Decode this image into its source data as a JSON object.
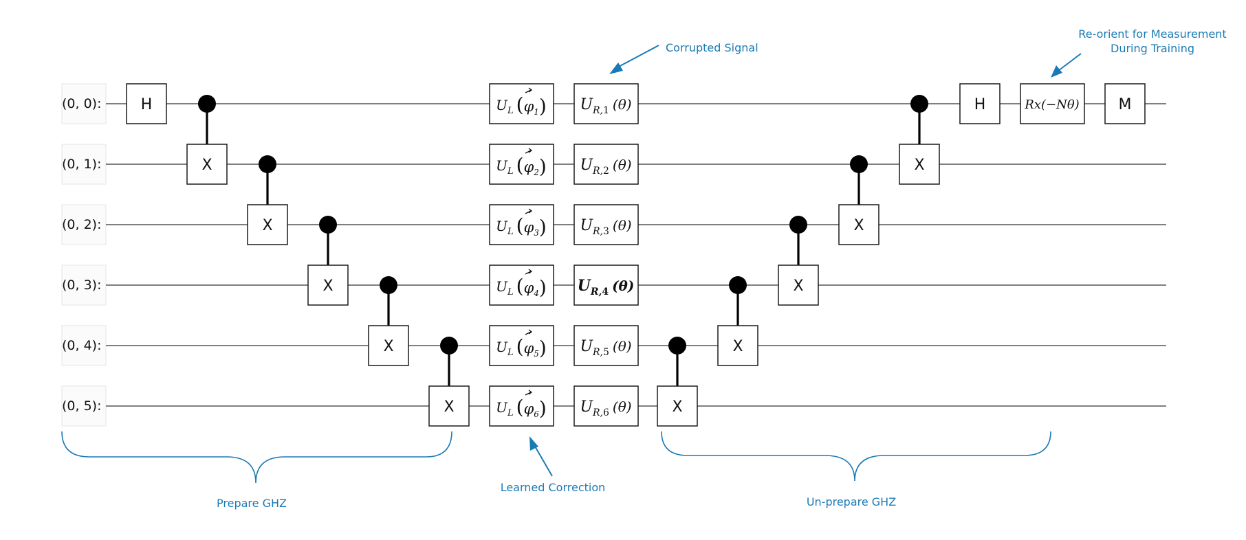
{
  "qubits": [
    "(0, 0):",
    "(0, 1):",
    "(0, 2):",
    "(0, 3):",
    "(0, 4):",
    "(0, 5):"
  ],
  "gates": {
    "h": "H",
    "x": "X",
    "measure": "M",
    "ul_base": "U",
    "ul_sub": "L",
    "phi_symbol": "φ",
    "ul_indices": [
      "1",
      "2",
      "3",
      "4",
      "5",
      "6"
    ],
    "ur_base": "U",
    "ur_sub_prefix": "R,",
    "ur_indices": [
      "1",
      "2",
      "3",
      "4",
      "5",
      "6"
    ],
    "ur_arg": "(θ)",
    "rx": "Rx(−Nθ)"
  },
  "annotations": {
    "corrupted_signal": "Corrupted Signal",
    "reorient_line1": "Re-orient for Measurement",
    "reorient_line2": "During Training",
    "learned_correction": "Learned Correction",
    "prepare_ghz": "Prepare GHZ",
    "unprepare_ghz": "Un-prepare GHZ"
  },
  "colors": {
    "annotation": "#1a7ab5",
    "wire": "#333333",
    "control": "#000000"
  }
}
